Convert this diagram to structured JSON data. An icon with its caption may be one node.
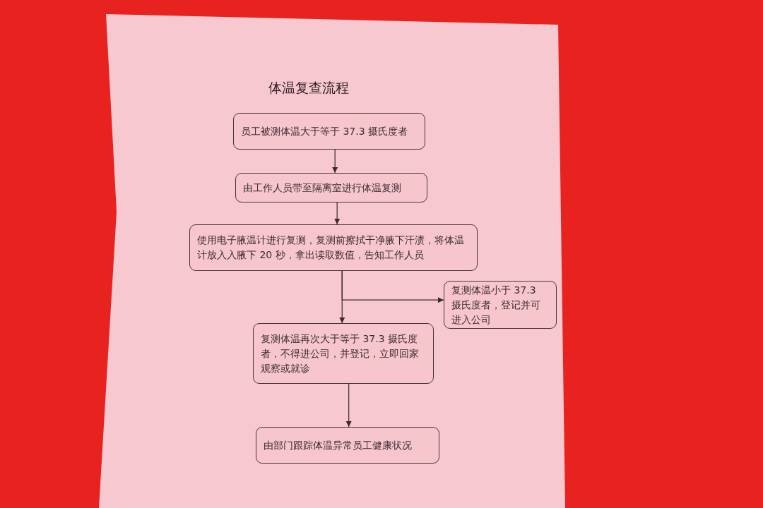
{
  "diagram": {
    "title": "体温复查流程",
    "nodes": [
      {
        "text": [
          "员工被测体温大于等于 37.3 摄氏度者"
        ]
      },
      {
        "text": [
          "由工作人员带至隔离室进行体温复测"
        ]
      },
      {
        "text": [
          "使用电子腋温计进行复测，复测前擦拭干净腋下汗渍，将体温计放入入腋下 20 秒，拿出读取数值，告知工作人员"
        ]
      },
      {
        "text": [
          "复测体温小于 37.3 摄氏度者，登记并可进入公司"
        ]
      },
      {
        "text": [
          "复测体温再次大于等于 37.3 摄氏度者，不得进公司，并登记，立即回家观察或就诊"
        ]
      },
      {
        "text": [
          "由部门跟踪体温异常员工健康状况"
        ]
      }
    ],
    "edges": [
      {
        "from": 0,
        "to": 1,
        "arrow": "to"
      },
      {
        "from": 1,
        "to": 2,
        "arrow": "to"
      },
      {
        "from": 2,
        "to": 3,
        "arrow": "to"
      },
      {
        "from": 2,
        "to": 4,
        "arrow": "to"
      },
      {
        "from": 4,
        "to": 5,
        "arrow": "to"
      }
    ]
  }
}
